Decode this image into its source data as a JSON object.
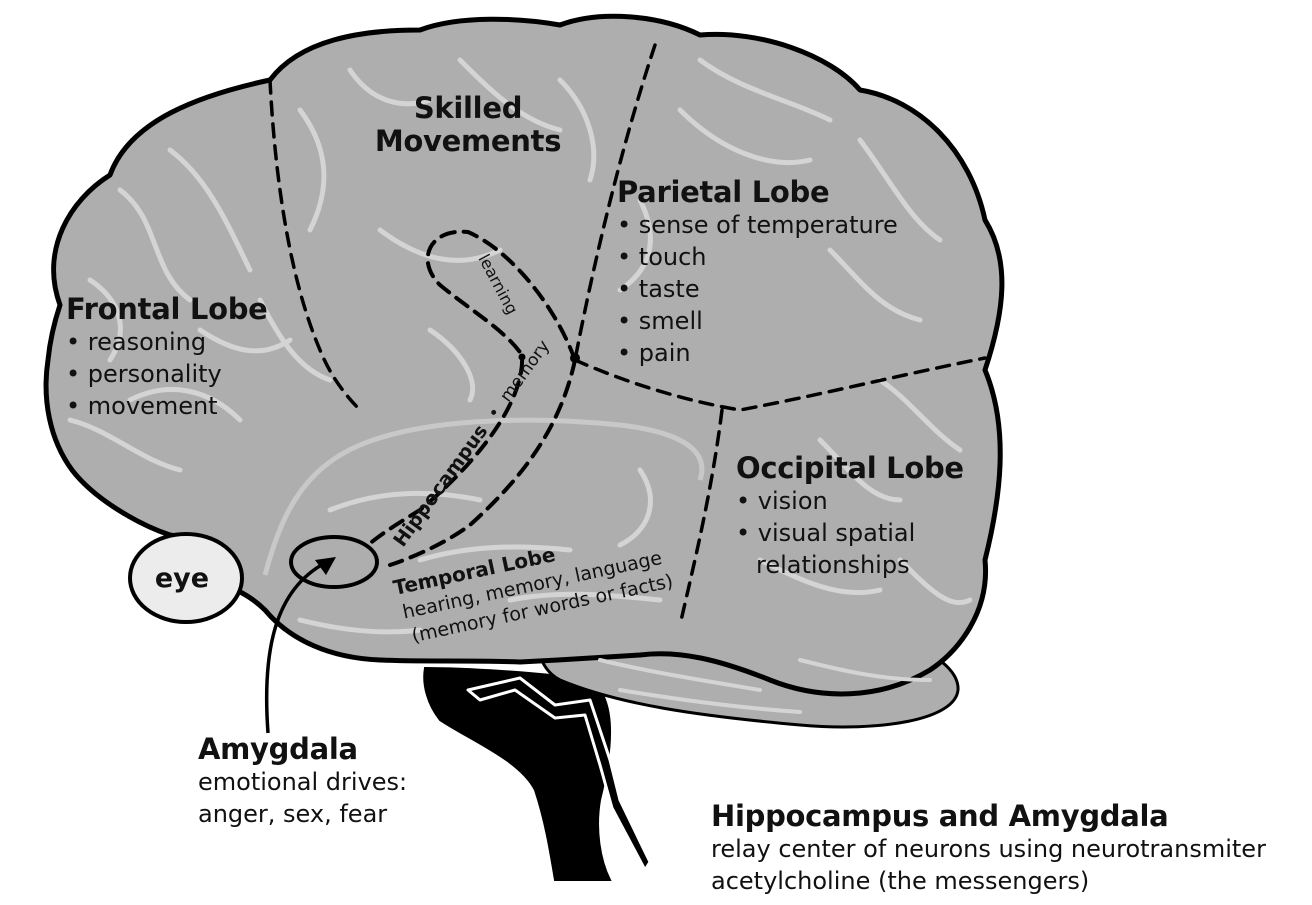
{
  "regions": {
    "skilled": {
      "title_line1": "Skilled",
      "title_line2": "Movements"
    },
    "frontal": {
      "title": "Frontal Lobe",
      "items": [
        "reasoning",
        "personality",
        "movement"
      ]
    },
    "parietal": {
      "title": "Parietal Lobe",
      "items": [
        "sense of temperature",
        "touch",
        "taste",
        "smell",
        "pain"
      ]
    },
    "occipital": {
      "title": "Occipital Lobe",
      "items": [
        "vision",
        "visual spatial"
      ],
      "continuation": "relationships"
    },
    "temporal": {
      "title": "Temporal Lobe",
      "line1": "hearing, memory, language",
      "line2": "(memory for words or facts)"
    }
  },
  "curve_labels": {
    "learning": "learning",
    "hippocampus": "Hippocampus",
    "memory": "memory",
    "separator": "•"
  },
  "eye": {
    "label": "eye"
  },
  "amygdala": {
    "title": "Amygdala",
    "line1": "emotional drives:",
    "line2": "anger, sex, fear"
  },
  "caption": {
    "title": "Hippocampus and Amygdala",
    "line1": "relay center of neurons using neurotransmiter",
    "line2": "acetylcholine (the messengers)"
  },
  "colors": {
    "brain_fill": "#aeaeae",
    "outline": "#000000",
    "fold_lines": "#d4d4d4",
    "eye_fill": "#ececec",
    "background": "#ffffff"
  }
}
